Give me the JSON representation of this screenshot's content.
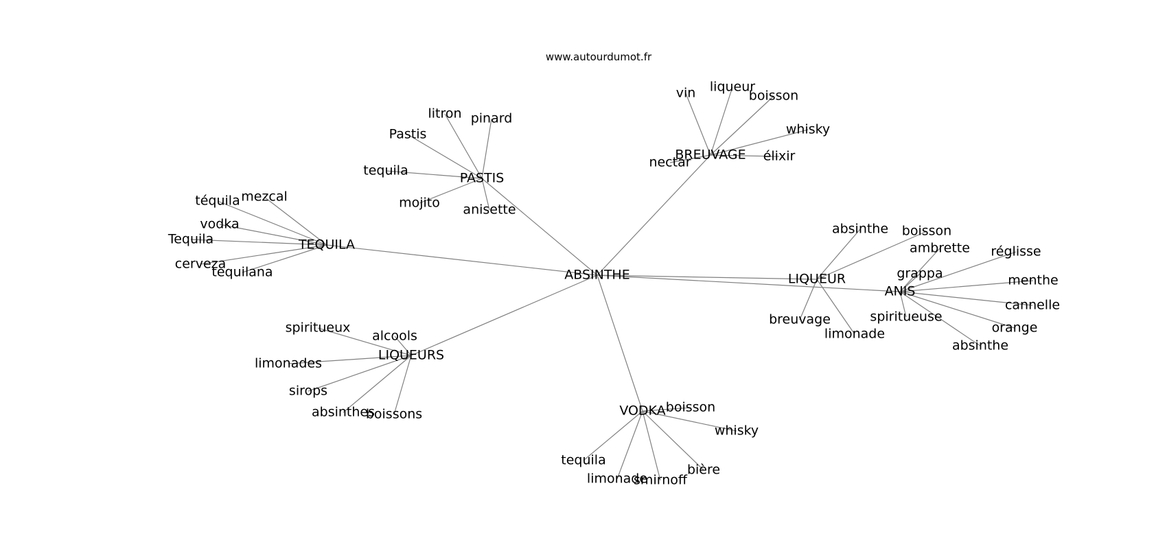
{
  "credit": "www.autourdumot.fr",
  "graph": {
    "center": "ABSINTHE",
    "clusters": [
      {
        "hub": "PASTIS",
        "words": [
          "litron",
          "pinard",
          "Pastis",
          "tequila",
          "mojito",
          "anisette"
        ]
      },
      {
        "hub": "BREUVAGE",
        "words": [
          "vin",
          "liqueur",
          "boisson",
          "whisky",
          "élixir",
          "nectar"
        ]
      },
      {
        "hub": "TEQUILA",
        "words": [
          "téquila",
          "mezcal",
          "vodka",
          "Tequila",
          "cerveza",
          "tequilana"
        ]
      },
      {
        "hub": "LIQUEUR",
        "words": [
          "absinthe",
          "boisson",
          "breuvage",
          "limonade"
        ]
      },
      {
        "hub": "ANIS",
        "words": [
          "ambrette",
          "grappa",
          "réglisse",
          "menthe",
          "cannelle",
          "orange",
          "absinthe",
          "spiritueuse"
        ]
      },
      {
        "hub": "LIQUEURS",
        "words": [
          "spiritueux",
          "alcools",
          "limonades",
          "sirops",
          "absinthes",
          "boissons"
        ]
      },
      {
        "hub": "VODKA",
        "words": [
          "boisson",
          "whisky",
          "tequila",
          "limonade",
          "smirnoff",
          "bière"
        ]
      }
    ]
  }
}
